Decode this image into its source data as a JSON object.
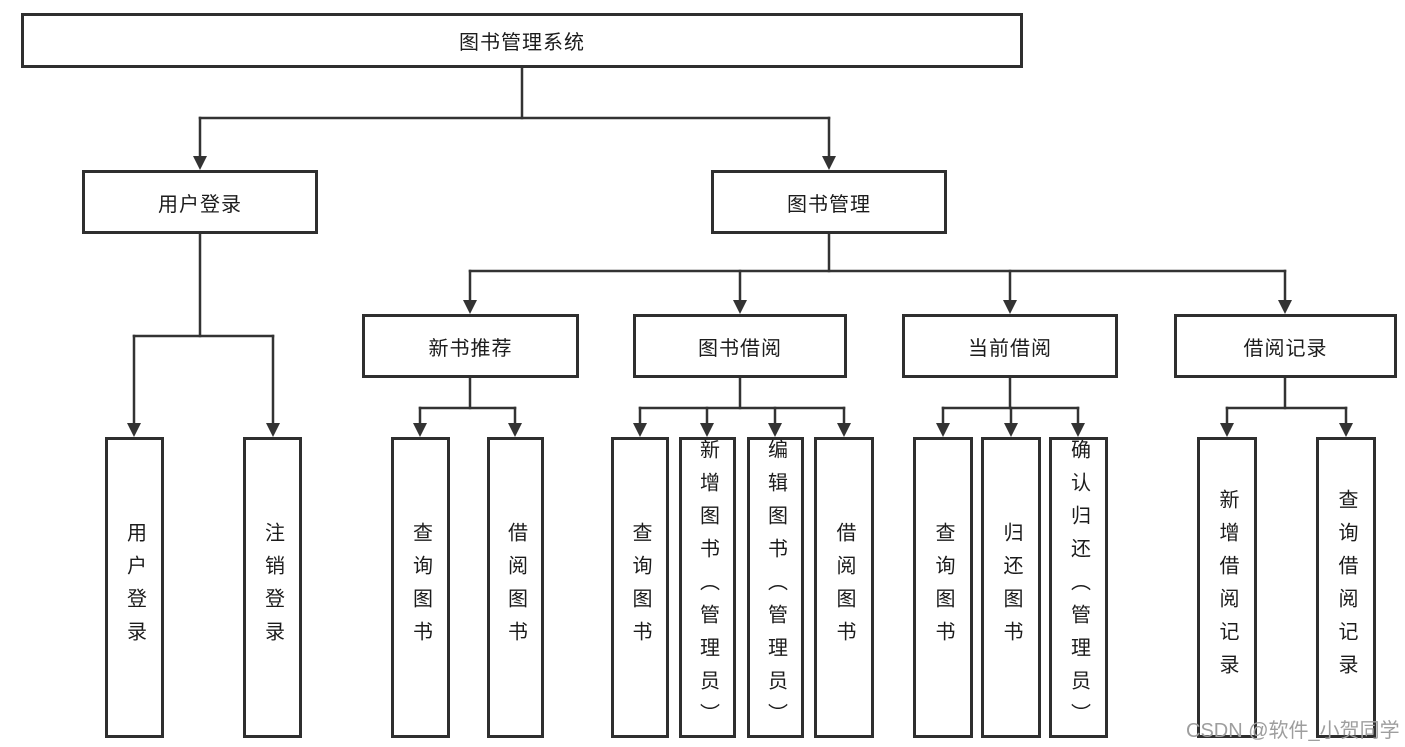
{
  "colors": {
    "line": "#333333",
    "box_border": "#2f2f2f",
    "text": "#1c1c1c",
    "watermark": "#9e9e9e",
    "background": "#ffffff"
  },
  "tree": {
    "root": {
      "label": "图书管理系统"
    },
    "level1": [
      {
        "label": "用户登录",
        "leaves": [
          {
            "label": "用户登录"
          },
          {
            "label": "注销登录"
          }
        ]
      },
      {
        "label": "图书管理",
        "groups": [
          {
            "label": "新书推荐",
            "leaves": [
              {
                "label": "查询图书"
              },
              {
                "label": "借阅图书"
              }
            ]
          },
          {
            "label": "图书借阅",
            "leaves": [
              {
                "label": "查询图书"
              },
              {
                "label": "新增图书（管理员）"
              },
              {
                "label": "编辑图书（管理员）"
              },
              {
                "label": "借阅图书"
              }
            ]
          },
          {
            "label": "当前借阅",
            "leaves": [
              {
                "label": "查询图书"
              },
              {
                "label": "归还图书"
              },
              {
                "label": "确认归还（管理员）"
              }
            ]
          },
          {
            "label": "借阅记录",
            "leaves": [
              {
                "label": "新增借阅记录"
              },
              {
                "label": "查询借阅记录"
              }
            ]
          }
        ]
      }
    ]
  },
  "watermark": {
    "text": "CSDN @软件_小贺同学"
  }
}
